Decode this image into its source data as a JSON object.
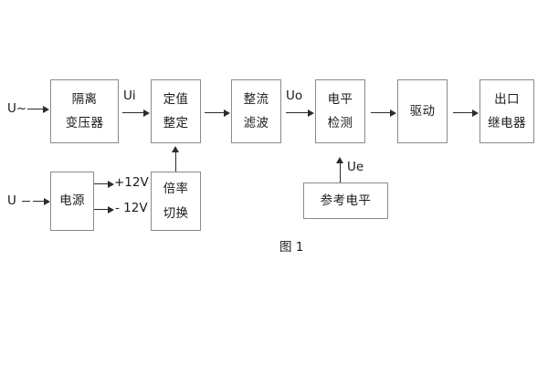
{
  "figure": {
    "caption": "图 1",
    "background_color": "#ffffff",
    "box_border_color": "#8a8a8a",
    "line_color": "#2b2b2b",
    "text_color": "#1b1b1b"
  },
  "blocks": [
    {
      "id": "isolation-transformer",
      "lines": [
        "隔离",
        "变压器"
      ]
    },
    {
      "id": "setting-value",
      "lines": [
        "定值",
        "整定"
      ]
    },
    {
      "id": "rectify-filter",
      "lines": [
        "整流",
        "滤波"
      ]
    },
    {
      "id": "level-detection",
      "lines": [
        "电平",
        "检测"
      ]
    },
    {
      "id": "drive",
      "lines": [
        "驱动"
      ]
    },
    {
      "id": "output-relay",
      "lines": [
        "出口",
        "继电器"
      ]
    },
    {
      "id": "power-supply",
      "lines": [
        "电源"
      ]
    },
    {
      "id": "multiplier-switch",
      "lines": [
        "倍率",
        "切换"
      ]
    },
    {
      "id": "reference-level",
      "lines": [
        "参考电平"
      ]
    }
  ],
  "labels": {
    "input_ac": "U~",
    "input_dc": "U",
    "signal_ui": "Ui",
    "signal_uo": "Uo",
    "signal_ue": "Ue",
    "rail_positive": "+12V",
    "rail_negative": "- 12V"
  }
}
